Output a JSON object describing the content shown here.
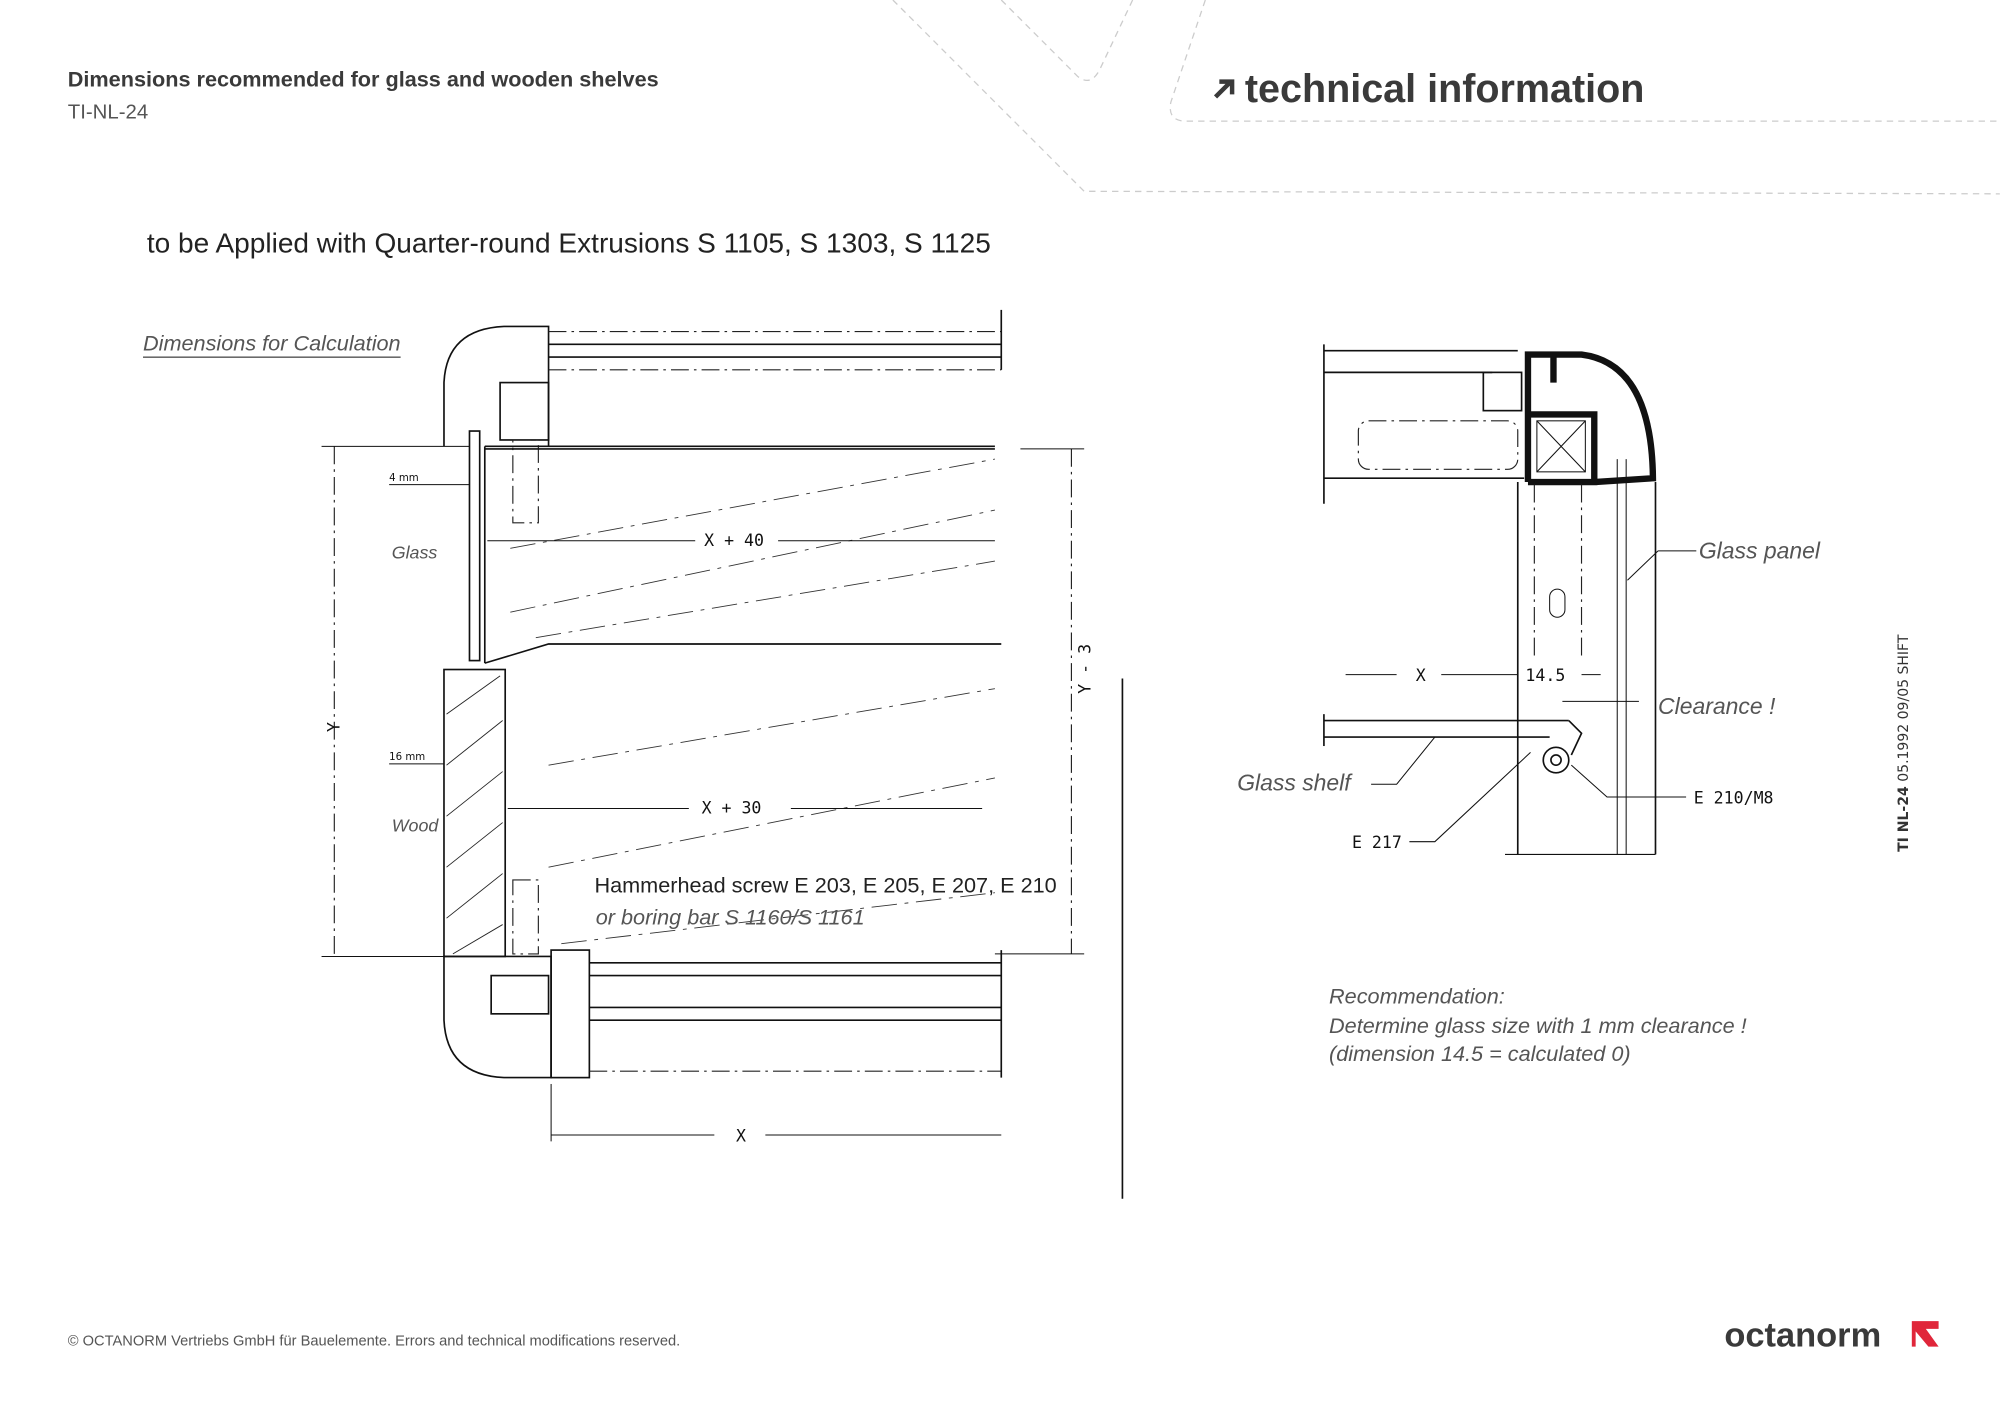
{
  "header": {
    "title": "Dimensions recommended for glass and wooden shelves",
    "code": "TI-NL-24",
    "section": "technical information",
    "section_icon": "arrow-up-right-icon"
  },
  "heading": "to be Applied with Quarter-round Extrusions S 1105, S 1303, S 1125",
  "left_drawing": {
    "caption": "Dimensions for Calculation",
    "glass_thickness": "4 mm",
    "glass_label": "Glass",
    "wood_thickness": "16 mm",
    "wood_label": "Wood",
    "dim_glass": "X + 40",
    "dim_wood": "X + 30",
    "dim_y": "Y",
    "dim_y3": "Y - 3",
    "dim_x": "X",
    "screw_line1": "Hammerhead screw E 203, E 205, E 207, E 210",
    "screw_line2": "or boring bar S 1160/S 1161"
  },
  "right_drawing": {
    "glass_panel": "Glass panel",
    "dim_x": "X",
    "dim_145": "14.5",
    "clearance": "Clearance !",
    "glass_shelf": "Glass shelf",
    "part_e210": "E 210/M8",
    "part_e217": "E 217"
  },
  "recommendation": {
    "line1": "Recommendation:",
    "line2": "Determine glass size with 1 mm clearance !",
    "line3": "(dimension 14.5 = calculated 0)"
  },
  "side_note": {
    "code": "TI NL-24",
    "rest": "05.1992 09/05 SHIFT"
  },
  "footer": {
    "copyright": "© OCTANORM Vertriebs GmbH für Bauelemente. Errors and technical modifications reserved.",
    "logo": "octanorm",
    "brand_color": "#e0263a"
  }
}
